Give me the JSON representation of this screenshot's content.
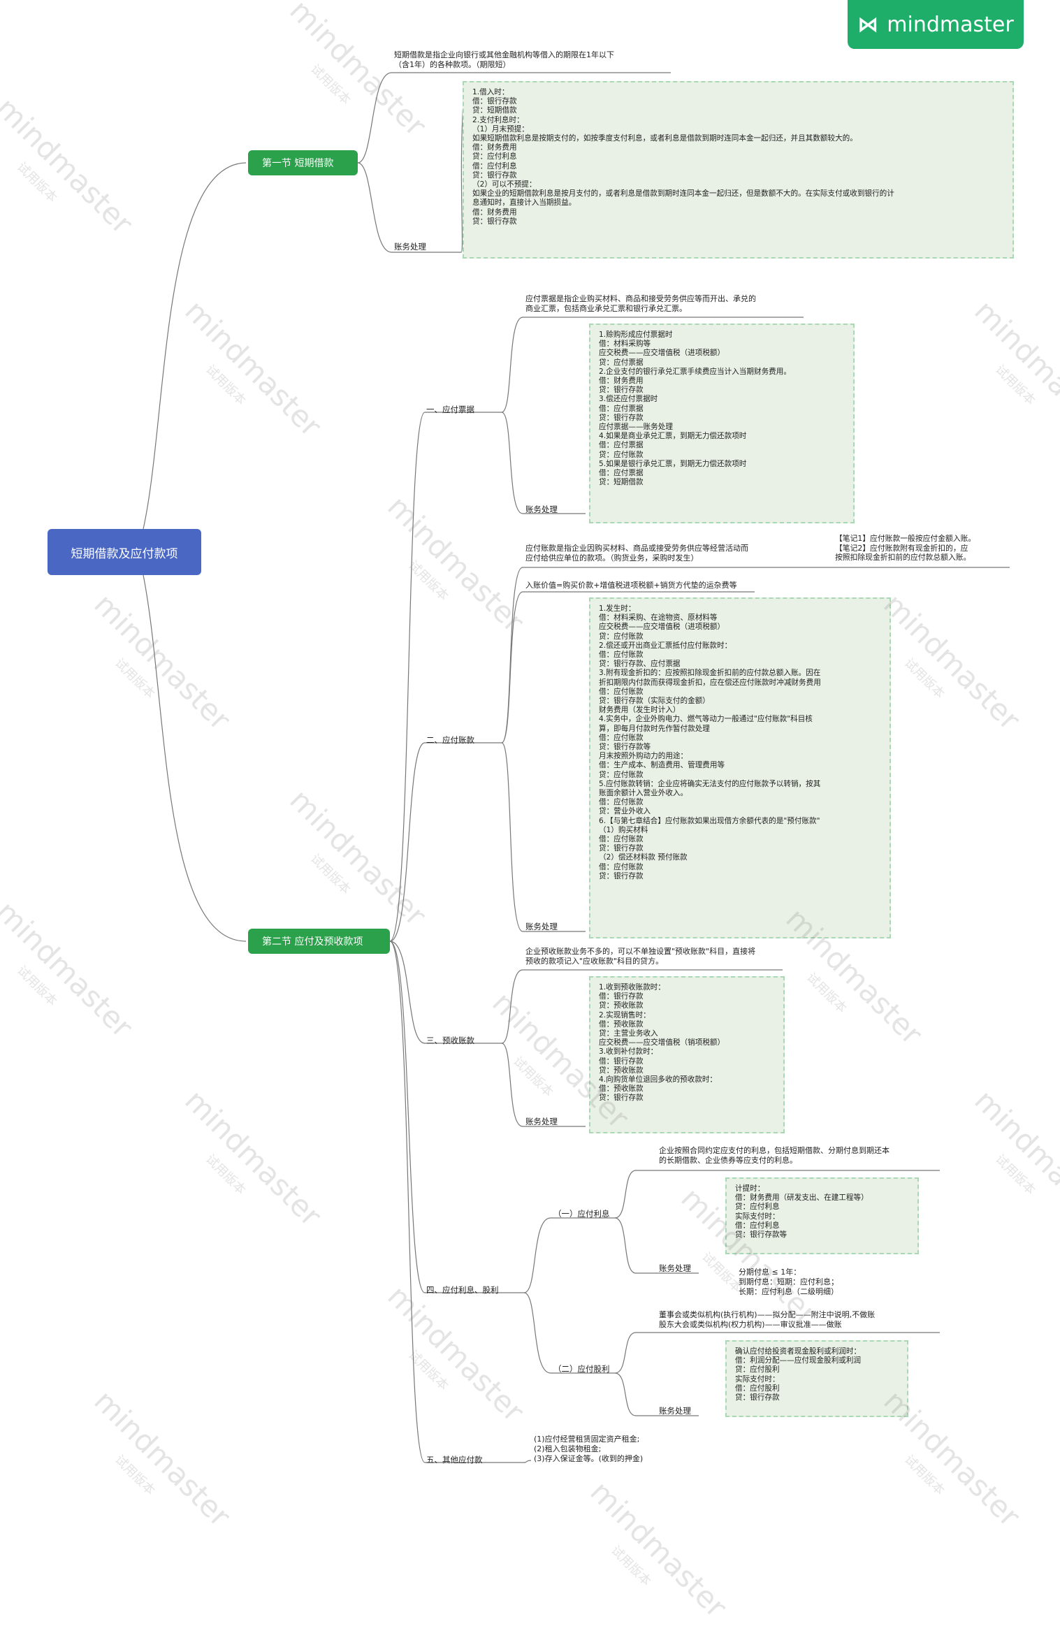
{
  "brand": {
    "name": "mindmaster",
    "watermark": "mindmaster",
    "watermark_sub": "试用版本",
    "color": "#1fae6a"
  },
  "root": {
    "label": "短期借款及应付款项",
    "color": "#4a67c4"
  },
  "section1": {
    "label": "第一节 短期借款",
    "definition": "短期借款是指企业向银行或其他金融机构等借入的期限在1年以下\n（含1年）的各种款项。（期限短）",
    "account_label": "账务处理",
    "note": "1.借入时：\n  借：银行存款\n    贷：短期借款\n2.支付利息时：\n（1）月末预提：\n如果短期借款利息是按期支付的，如按季度支付利息，或者利息是借款到期时连同本金一起归还，并且其数额较大的。\n  借：财务费用\n    贷：应付利息\n  借：应付利息\n    贷：银行存款\n（2）可以不预提：\n如果企业的短期借款利息是按月支付的，或者利息是借款到期时连同本金一起归还，但是数额不大的。在实际支付或收到银行的计\n息通知时，直接计入当期损益。\n  借：财务费用\n    贷：银行存款"
  },
  "section2": {
    "label": "第二节 应付及预收款项",
    "notes_payable": {
      "label": "一、应付票据",
      "definition": "应付票据是指企业购买材料、商品和接受劳务供应等而开出、承兑的\n商业汇票，包括商业承兑汇票和银行承兑汇票。",
      "account_label": "账务处理",
      "note": "1.赊购形成应付票据时\n  借：材料采购等\n    应交税费——应交增值税（进项税额）\n    贷：应付票据\n2.企业支付的银行承兑汇票手续费应当计入当期财务费用。\n  借：财务费用\n    贷：银行存款\n3.偿还应付票据时\n  借：应付票据\n    贷：银行存款\n    应付票据——账务处理\n4.如果是商业承兑汇票，到期无力偿还款项时\n  借：应付票据\n    贷：应付账款\n5.如果是银行承兑汇票，到期无力偿还款项时\n  借：应付票据\n    贷：短期借款"
    },
    "accounts_payable": {
      "label": "二、应付账款",
      "definition": "应付账款是指企业因购买材料、商品或接受劳务供应等经营活动而\n应付给供应单位的款项。（购货业务，采购时发生）",
      "side_note": "【笔记1】应付账款一般按应付金额入账。\n【笔记2】应付账款附有现金折扣的，应\n按照扣除现金折扣前的应付款总额入账。",
      "entry_value": "入账价值=购买价款+增值税进项税额+销货方代垫的运杂费等",
      "account_label": "账务处理",
      "note": "1.发生时：\n  借：材料采购、在途物资、原材料等\n    应交税费——应交增值税（进项税额）\n    贷：应付账款\n2.偿还或开出商业汇票抵付应付账款时：\n  借：应付账款\n    贷：银行存款、应付票据\n3.附有现金折扣的：应按照扣除现金折扣前的应付款总额入账。因在\n折扣期限内付款而获得现金折扣，应在偿还应付账款时冲减财务费用\n  借：应付账款\n    贷：银行存款（实际支付的金额）\n      财务费用（发生时计入）\n4.实务中，企业外购电力、燃气等动力一般通过\"应付账款\"科目核\n算，即每月付款时先作暂付款处理\n  借：应付账款\n    贷：银行存款等\n月末按照外购动力的用途：\n  借：生产成本、制造费用、管理费用等\n    贷：应付账款\n5.应付账款转销：企业应将确实无法支付的应付账款予以转销，按其\n账面余额计入营业外收入。\n  借：应付账款\n    贷：营业外收入\n6.【与第七章结合】应付账款如果出现借方余额代表的是\"预付账款\"\n（1）购买材料\n  借：应付账款\n    贷：银行存款\n（2）偿还材料款 预付账款\n  借：应付账款\n    贷：银行存款"
    },
    "advance_receipts": {
      "label": "三、预收账款",
      "definition": "企业预收账款业务不多的，可以不单独设置\"预收账款\"科目，直接将\n预收的款项记入\"应收账款\"科目的贷方。",
      "account_label": "账务处理",
      "note": "1.收到预收账款时：\n  借：银行存款\n    贷：预收账款\n2.实现销售时：\n  借：预收账款\n    贷：主营业务收入\n      应交税费——应交增值税（销项税额）\n3.收到补付款时：\n  借：银行存款\n    贷：预收账款\n4.向购货单位退回多收的预收款时：\n  借：预收账款\n    贷：银行存款"
    },
    "interest_dividend": {
      "label": "四、应付利息、股利",
      "interest": {
        "label": "（一）应付利息",
        "definition": "企业按照合同约定应支付的利息，包括短期借款、分期付息到期还本\n的长期借款、企业债券等应支付的利息。",
        "account_label": "账务处理",
        "note": "计提时：\n  借：财务费用（研发支出、在建工程等）\n    贷：应付利息\n实际支付时：\n  借：应付利息\n    贷：银行存款等",
        "extra": "分期付息 ≤ 1年：\n到期付息：短期：应付利息；\n      长期：应付利息（二级明细）"
      },
      "dividend": {
        "label": "（二）应付股利",
        "definition": "董事会或类似机构(执行机构)——拟分配——附注中说明,不做账\n股东大会或类似机构(权力机构)——审议批准——做账",
        "account_label": "账务处理",
        "note": "确认应付给投资者现金股利或利润时：\n  借：利润分配——应付现金股利或利润\n    贷：应付股利\n实际支付时：\n  借：应付股利\n    贷：银行存款"
      }
    },
    "others": {
      "label": "五、其他应付款",
      "definition": "(1)应付经营租赁固定资产租金;\n(2)租入包装物租金;\n(3)存入保证金等。(收到的押金)"
    }
  }
}
